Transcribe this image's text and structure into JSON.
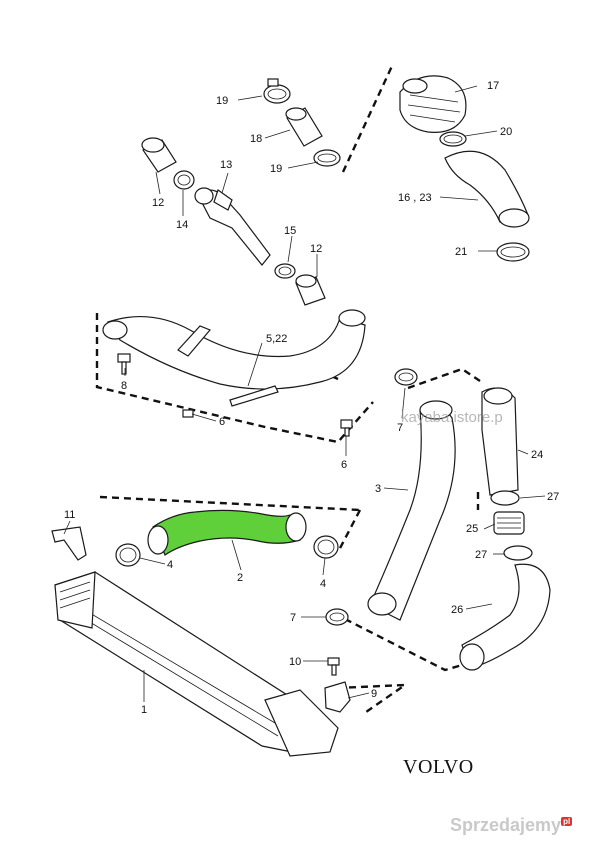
{
  "brand": "VOLVO",
  "watermark": "kayaba.istore.p",
  "site_logo": {
    "text": "Sprzedajemy",
    "badge": "pl"
  },
  "highlight_color": "#5fcf3a",
  "callouts": [
    {
      "id": "c19a",
      "text": "19"
    },
    {
      "id": "c18",
      "text": "18"
    },
    {
      "id": "c19b",
      "text": "19"
    },
    {
      "id": "c17",
      "text": "17"
    },
    {
      "id": "c20",
      "text": "20"
    },
    {
      "id": "c13",
      "text": "13"
    },
    {
      "id": "c12a",
      "text": "12"
    },
    {
      "id": "c14",
      "text": "14"
    },
    {
      "id": "c1623",
      "text": "16 , 23"
    },
    {
      "id": "c21",
      "text": "21"
    },
    {
      "id": "c15",
      "text": "15"
    },
    {
      "id": "c12b",
      "text": "12"
    },
    {
      "id": "c522",
      "text": "5,22"
    },
    {
      "id": "c8",
      "text": "8"
    },
    {
      "id": "c6a",
      "text": "6"
    },
    {
      "id": "c6b",
      "text": "6"
    },
    {
      "id": "c7a",
      "text": "7"
    },
    {
      "id": "c24",
      "text": "24"
    },
    {
      "id": "c3",
      "text": "3"
    },
    {
      "id": "c27a",
      "text": "27"
    },
    {
      "id": "c25",
      "text": "25"
    },
    {
      "id": "c27b",
      "text": "27"
    },
    {
      "id": "c11",
      "text": "11"
    },
    {
      "id": "c4a",
      "text": "4"
    },
    {
      "id": "c2",
      "text": "2"
    },
    {
      "id": "c4b",
      "text": "4"
    },
    {
      "id": "c26",
      "text": "26"
    },
    {
      "id": "c7b",
      "text": "7"
    },
    {
      "id": "c10",
      "text": "10"
    },
    {
      "id": "c9",
      "text": "9"
    },
    {
      "id": "c1",
      "text": "1"
    }
  ]
}
